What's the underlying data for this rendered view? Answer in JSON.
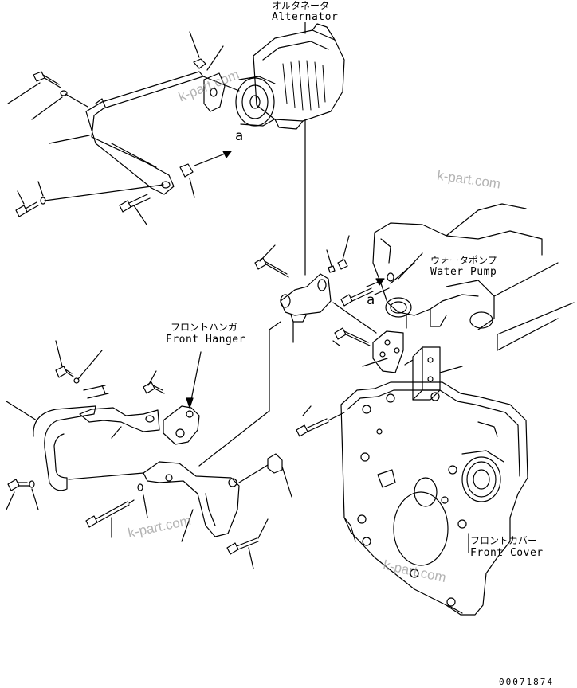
{
  "labels": {
    "alternator_jp": "オルタネータ",
    "alternator_en": "Alternator",
    "water_pump_jp": "ウォータポンプ",
    "water_pump_en": "Water Pump",
    "front_hanger_jp": "フロントハンガ",
    "front_hanger_en": "Front Hanger",
    "front_cover_jp": "フロントカバー",
    "front_cover_en": "Front Cover",
    "ref_a": "a"
  },
  "watermark": "k-part.com",
  "drawing_code": "00071874"
}
